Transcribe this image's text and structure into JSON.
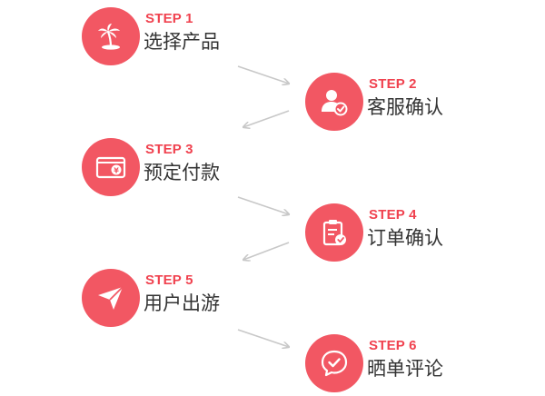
{
  "steps": [
    {
      "label": "STEP 1",
      "title": "选择产品",
      "icon": "palm-island-icon"
    },
    {
      "label": "STEP 2",
      "title": "客服确认",
      "icon": "user-check-icon"
    },
    {
      "label": "STEP 3",
      "title": "预定付款",
      "icon": "wallet-yen-icon"
    },
    {
      "label": "STEP 4",
      "title": "订单确认",
      "icon": "clipboard-check-icon"
    },
    {
      "label": "STEP 5",
      "title": "用户出游",
      "icon": "paper-plane-icon"
    },
    {
      "label": "STEP 6",
      "title": "晒单评论",
      "icon": "chat-check-icon"
    }
  ],
  "colors": {
    "accent": "#f25763",
    "label": "#f0424f",
    "text": "#333333",
    "arrow": "#c8c8c8"
  }
}
